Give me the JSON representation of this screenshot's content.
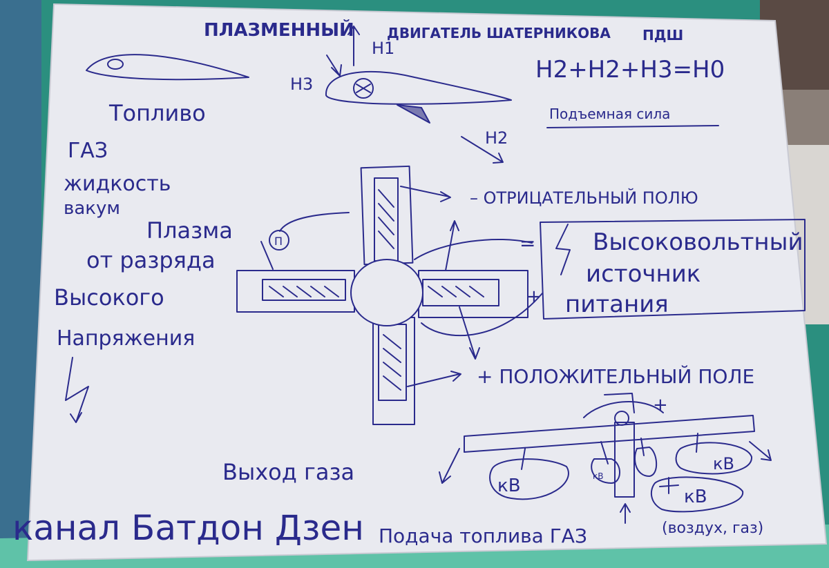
{
  "title": {
    "part1": "ПЛАЗМЕННЫЙ",
    "part2": "ДВИГАТЕЛЬ ШАТЕРНИКОВА",
    "part3": "ПДШ"
  },
  "formula": "H2+H2+H3=H0",
  "labels": {
    "h1": "H1",
    "h2": "H2",
    "h3": "H3",
    "lift": "Подъемная сила",
    "fuel": "Топливо",
    "gas": "ГАЗ",
    "liquid": "жидкость",
    "vacuum": "вакум",
    "plasma1": "Плазма",
    "plasma2": "от разряда",
    "plasma3": "Высокого",
    "plasma4": "Напряжения",
    "pi": "П",
    "negative_field": "– ОТРИЦАТЕЛЬНЫЙ ПОЛЮ",
    "hv_source1": "Высоковольтный",
    "hv_source2": "источник",
    "hv_source3": "питания",
    "minus": "=",
    "plus_sign": "+",
    "positive_field": "+ ПОЛОЖИТЕЛЬНЫЙ ПОЛЕ",
    "gas_exit": "Выход газа",
    "kv1": "кВ",
    "kv2": "кВ",
    "kv3": "кВ",
    "kv_small": "кВ",
    "fuel_feed": "Подача топлива ГАЗ",
    "fuel_feed2": "(воздух, газ)",
    "channel": "канал Батдон Дзен",
    "top_plus": "+"
  }
}
